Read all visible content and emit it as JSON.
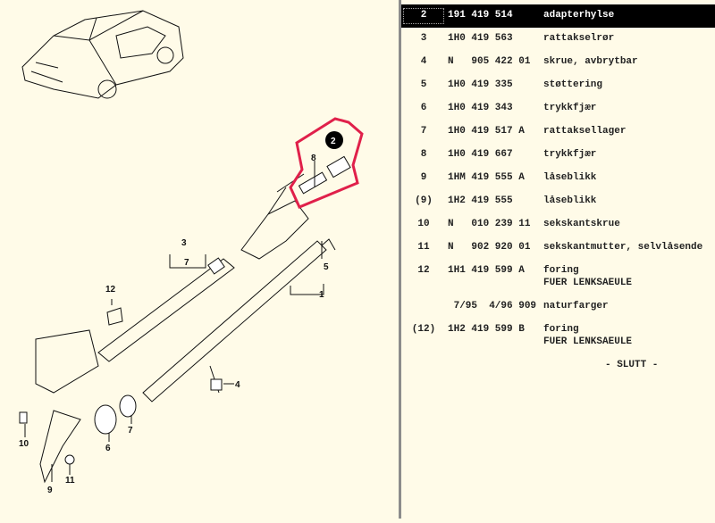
{
  "diagram": {
    "labels": [
      "2",
      "8",
      "3",
      "7",
      "5",
      "1",
      "12",
      "4",
      "7",
      "6",
      "10",
      "11",
      "9"
    ],
    "highlight_color": "#e0204a"
  },
  "parts": [
    {
      "pos": "2",
      "part": "191 419 514",
      "desc": "adapterhylse",
      "selected": true
    },
    {
      "pos": "3",
      "part": "1H0 419 563",
      "desc": "rattakselrør"
    },
    {
      "pos": "4",
      "part": "N   905 422 01",
      "desc": "skrue, avbrytbar"
    },
    {
      "pos": "5",
      "part": "1H0 419 335",
      "desc": "støttering"
    },
    {
      "pos": "6",
      "part": "1H0 419 343",
      "desc": "trykkfjær"
    },
    {
      "pos": "7",
      "part": "1H0 419 517 A",
      "desc": "rattaksellager"
    },
    {
      "pos": "8",
      "part": "1H0 419 667",
      "desc": "trykkfjær"
    },
    {
      "pos": "9",
      "part": "1HM 419 555 A",
      "desc": "låseblikk"
    },
    {
      "pos": "(9)",
      "part": "1H2 419 555",
      "desc": "låseblikk"
    },
    {
      "pos": "10",
      "part": "N   010 239 11",
      "desc": "sekskantskrue"
    },
    {
      "pos": "11",
      "part": "N   902 920 01",
      "desc": "sekskantmutter, selvlåsende"
    },
    {
      "pos": "12",
      "part": "1H1 419 599 A",
      "desc": "foring",
      "desc2": "FUER LENKSAEULE"
    },
    {
      "pos": "",
      "part": " 7/95  4/96 909",
      "desc": "naturfarger"
    },
    {
      "pos": "(12)",
      "part": "1H2 419 599 B",
      "desc": "foring",
      "desc2": "FUER LENKSAEULE"
    }
  ],
  "end_text": "- SLUTT -"
}
